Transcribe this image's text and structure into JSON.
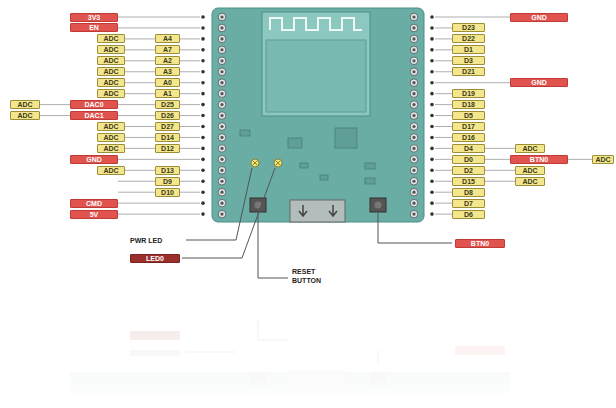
{
  "diagram": {
    "nodes": [
      {
        "text": [
          "3V3"
        ]
      },
      {
        "text": [
          "EN"
        ]
      },
      {
        "text": [
          "ADC"
        ]
      },
      {
        "text": [
          "A4"
        ]
      },
      {
        "text": [
          "ADC"
        ]
      },
      {
        "text": [
          "A7"
        ]
      },
      {
        "text": [
          "ADC"
        ]
      },
      {
        "text": [
          "A2"
        ]
      },
      {
        "text": [
          "ADC"
        ]
      },
      {
        "text": [
          "A3"
        ]
      },
      {
        "text": [
          "ADC"
        ]
      },
      {
        "text": [
          "A0"
        ]
      },
      {
        "text": [
          "ADC"
        ]
      },
      {
        "text": [
          "A1"
        ]
      },
      {
        "text": [
          "ADC"
        ]
      },
      {
        "text": [
          "DAC0"
        ]
      },
      {
        "text": [
          "D25"
        ]
      },
      {
        "text": [
          "ADC"
        ]
      },
      {
        "text": [
          "DAC1"
        ]
      },
      {
        "text": [
          "D26"
        ]
      },
      {
        "text": [
          "ADC"
        ]
      },
      {
        "text": [
          "D27"
        ]
      },
      {
        "text": [
          "ADC"
        ]
      },
      {
        "text": [
          "D14"
        ]
      },
      {
        "text": [
          "ADC"
        ]
      },
      {
        "text": [
          "D12"
        ]
      },
      {
        "text": [
          "GND"
        ]
      },
      {
        "text": [
          "ADC"
        ]
      },
      {
        "text": [
          "D13"
        ]
      },
      {
        "text": [
          "D9"
        ]
      },
      {
        "text": [
          "D10"
        ]
      },
      {
        "text": [
          "CMD"
        ]
      },
      {
        "text": [
          "5V"
        ]
      },
      {
        "text": [
          "GND"
        ]
      },
      {
        "text": [
          "D23"
        ]
      },
      {
        "text": [
          "D22"
        ]
      },
      {
        "text": [
          "D1"
        ]
      },
      {
        "text": [
          "D3"
        ]
      },
      {
        "text": [
          "D21"
        ]
      },
      {
        "text": [
          "GND"
        ]
      },
      {
        "text": [
          "D19"
        ]
      },
      {
        "text": [
          "D18"
        ]
      },
      {
        "text": [
          "D5"
        ]
      },
      {
        "text": [
          "D17"
        ]
      },
      {
        "text": [
          "D16"
        ]
      },
      {
        "text": [
          "D4"
        ]
      },
      {
        "text": [
          "ADC"
        ]
      },
      {
        "text": [
          "D0"
        ]
      },
      {
        "text": [
          "BTN0"
        ]
      },
      {
        "text": [
          "ADC"
        ]
      },
      {
        "text": [
          "D2"
        ]
      },
      {
        "text": [
          "ADC"
        ]
      },
      {
        "text": [
          "D15"
        ]
      },
      {
        "text": [
          "ADC"
        ]
      },
      {
        "text": [
          "D8"
        ]
      },
      {
        "text": [
          "D7"
        ]
      },
      {
        "text": [
          "D6"
        ]
      },
      {
        "text": [
          "LED0"
        ]
      },
      {
        "text": [
          "BTN0"
        ]
      }
    ],
    "labels": [
      "PWR LED",
      "RESET BUTTON"
    ]
  }
}
